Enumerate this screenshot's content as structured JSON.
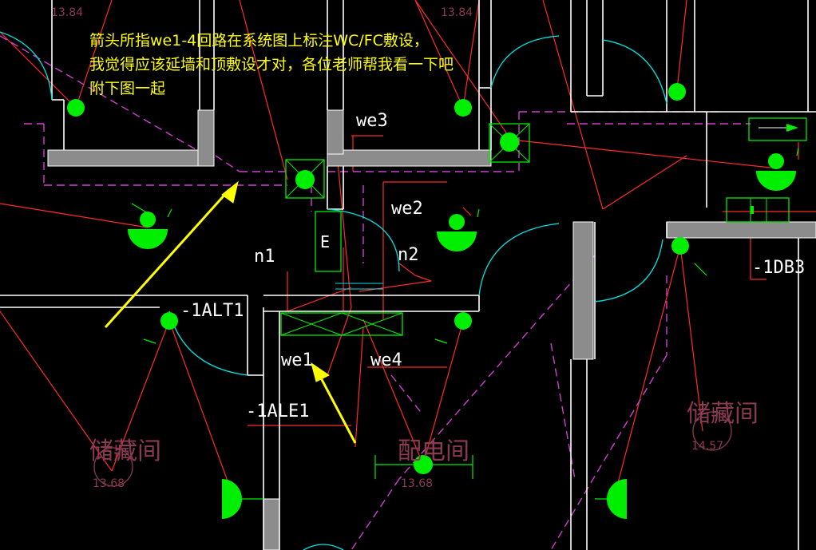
{
  "annotation": {
    "lines": [
      "箭头所指we1-4回路在系统图上标注WC/FC敷设，",
      "我觉得应该延墙和顶敷设才对，各位老师帮我看一下吧",
      "附下图一起"
    ]
  },
  "circuit_labels": {
    "we1": "we1",
    "we2": "we2",
    "we3": "we3",
    "we4": "we4",
    "n1": "n1",
    "n2": "n2"
  },
  "panel_labels": {
    "alt": "-1ALT1",
    "ale": "-1ALE1",
    "db": "-1DB3"
  },
  "equipment_labels": {
    "e_box": "E"
  },
  "rooms": [
    {
      "name": "储藏间",
      "elevation": "13.68"
    },
    {
      "name": "配电间",
      "elevation": "13.68"
    },
    {
      "name": "储藏间",
      "elevation": "14.57"
    }
  ],
  "top_elevations": [
    "13.84",
    "13.84"
  ],
  "colors": {
    "background": "#000000",
    "wall": "#ffffff",
    "wall_fill": "#8c8c8c",
    "wiring": "#ff2a2a",
    "dashed_wiring": "#d040d0",
    "door_arc": "#00e5e5",
    "fixture": "#00ee00",
    "annotation": "#ffff00",
    "room_label": "#8b3a52"
  }
}
